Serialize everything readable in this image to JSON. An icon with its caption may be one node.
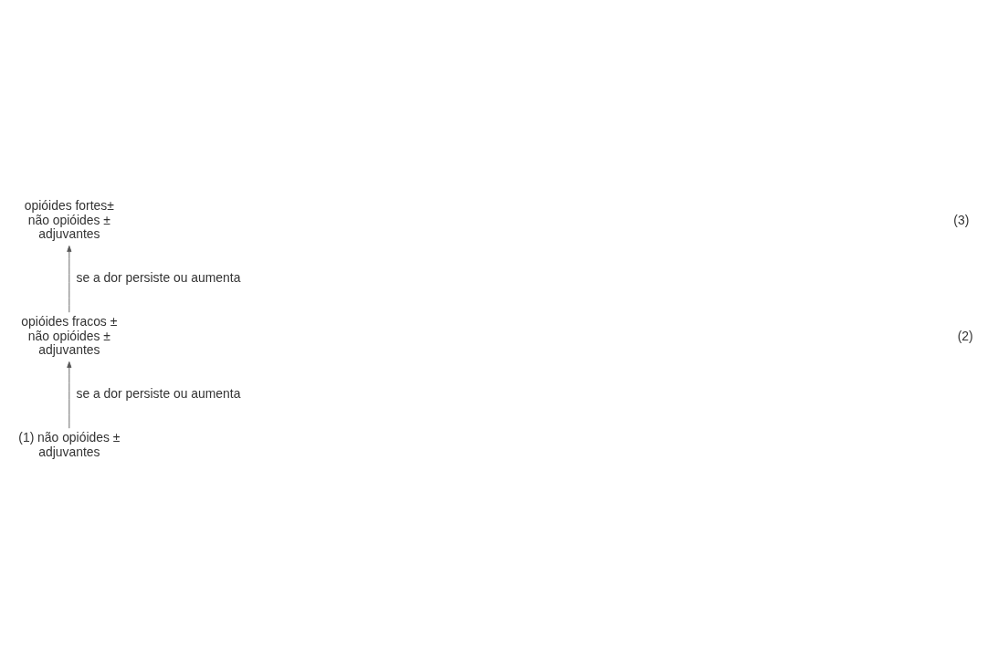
{
  "diagram": {
    "nodes": [
      {
        "text": [
          "opióides fortes± não opióides ± adjuvantes"
        ]
      },
      {
        "text": [
          "opióides fracos ± não opióides ± adjuvantes"
        ]
      },
      {
        "text": [
          "(1) não opióides ± adjuvantes"
        ]
      }
    ],
    "edges": [
      {
        "from": 2,
        "to": 1,
        "arrow": "to",
        "label": "se a dor persiste ou aumenta"
      },
      {
        "from": 1,
        "to": 0,
        "arrow": "to",
        "label": "se a dor persiste ou aumenta"
      }
    ],
    "labels": [
      "(3)",
      "(2)"
    ]
  }
}
